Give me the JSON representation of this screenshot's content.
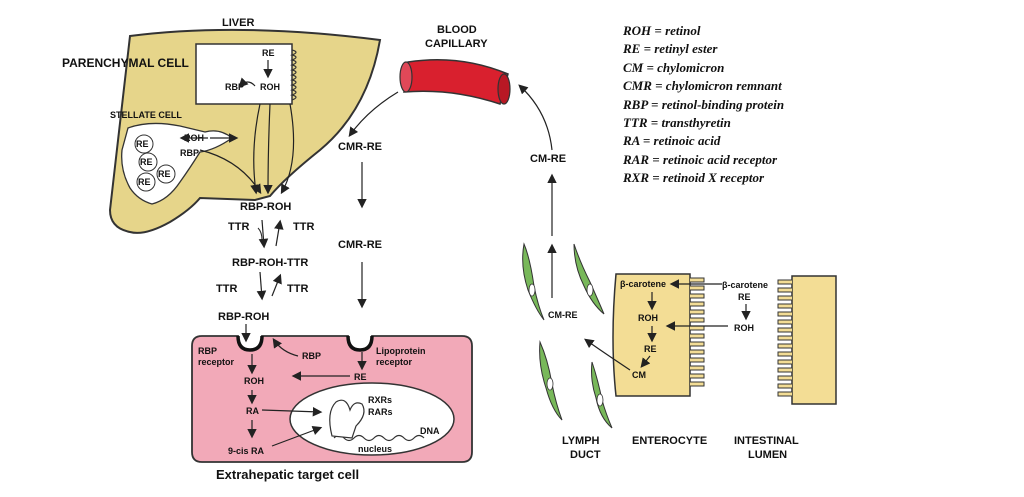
{
  "legend": [
    "ROH = retinol",
    "RE = retinyl ester",
    "CM = chylomicron",
    "CMR = chylomicron remnant",
    "RBP = retinol-binding protein",
    "TTR = transthyretin",
    "RA = retinoic acid",
    "RAR = retinoic acid receptor",
    "RXR = retinoid X receptor"
  ],
  "liver": {
    "title": "LIVER",
    "parenchymal": "PARENCHYMAL CELL",
    "stellate": "STELLATE CELL",
    "re_top": "RE",
    "rbp": "RBP",
    "roh": "ROH",
    "stellate_roh": "ROH",
    "stellate_rbp": "RBP",
    "droplet_labels": [
      "RE",
      "RE",
      "RE",
      "RE"
    ]
  },
  "blood": {
    "line1": "BLOOD",
    "line2": "CAPILLARY"
  },
  "transport": {
    "cmr_re_1": "CMR-RE",
    "cmr_re_2": "CMR-RE",
    "cm_re": "CM-RE",
    "rbp_roh_top": "RBP-ROH",
    "ttr_1": "TTR",
    "ttr_2": "TTR",
    "rbp_roh_ttr": "RBP-ROH-TTR",
    "ttr_3": "TTR",
    "ttr_4": "TTR",
    "rbp_roh_bottom": "RBP-ROH"
  },
  "target_cell": {
    "caption": "Extrahepatic target cell",
    "rbp_receptor_1": "RBP",
    "rbp_receptor_2": "receptor",
    "rbp": "RBP",
    "lipo_1": "Lipoprotein",
    "lipo_2": "receptor",
    "re": "RE",
    "roh": "ROH",
    "ra": "RA",
    "cis_ra": "9-cis RA",
    "rxrs": "RXRs",
    "rars": "RARs",
    "dna": "DNA",
    "nucleus": "nucleus"
  },
  "intestine": {
    "lymph_1": "LYMPH",
    "lymph_2": "DUCT",
    "enterocyte": "ENTEROCYTE",
    "lumen_1": "INTESTINAL",
    "lumen_2": "LUMEN",
    "cm_re": "CM-RE",
    "beta_carotene_in": "β-carotene",
    "roh": "ROH",
    "re": "RE",
    "cm": "CM",
    "beta_carotene_lumen": "β-carotene",
    "lumen_re": "RE",
    "lumen_roh": "ROH"
  },
  "colors": {
    "liver_fill": "#e6d58a",
    "target_fill": "#f2a9b8",
    "capillary": "#d9202e",
    "lymph": "#78b85a",
    "intestine_fill": "#f3dd95"
  }
}
